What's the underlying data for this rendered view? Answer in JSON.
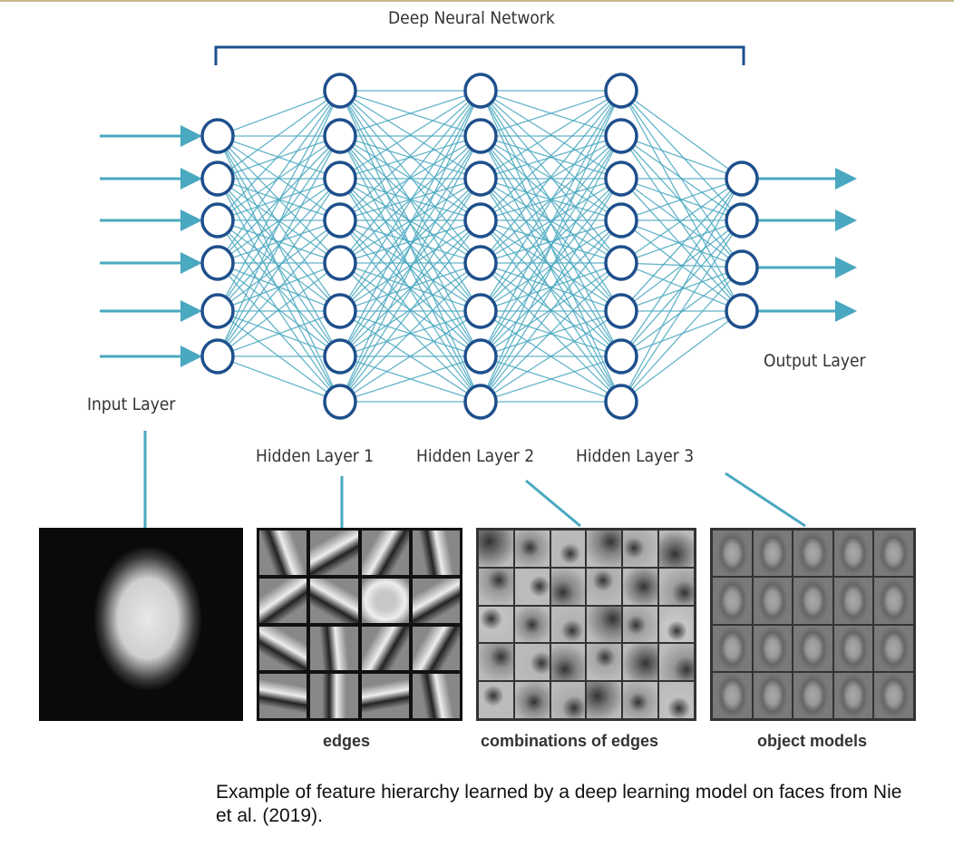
{
  "title": "Deep Neural Network",
  "layers": {
    "input": "Input Layer",
    "hidden1": "Hidden Layer 1",
    "hidden2": "Hidden Layer 2",
    "hidden3": "Hidden Layer 3",
    "output": "Output Layer"
  },
  "layer_sizes": [
    6,
    8,
    8,
    8,
    4
  ],
  "colors": {
    "node_stroke": "#1e4f8c",
    "edge": "#4aa8c0",
    "bracket": "#1e4f8c",
    "top_rule": "#c9b98c"
  },
  "panels": {
    "edges": "edges",
    "combinations": "combinations of edges",
    "objects": "object models"
  },
  "caption": "Example of feature hierarchy learned by a deep learning model on faces from Nie et al. (2019)."
}
